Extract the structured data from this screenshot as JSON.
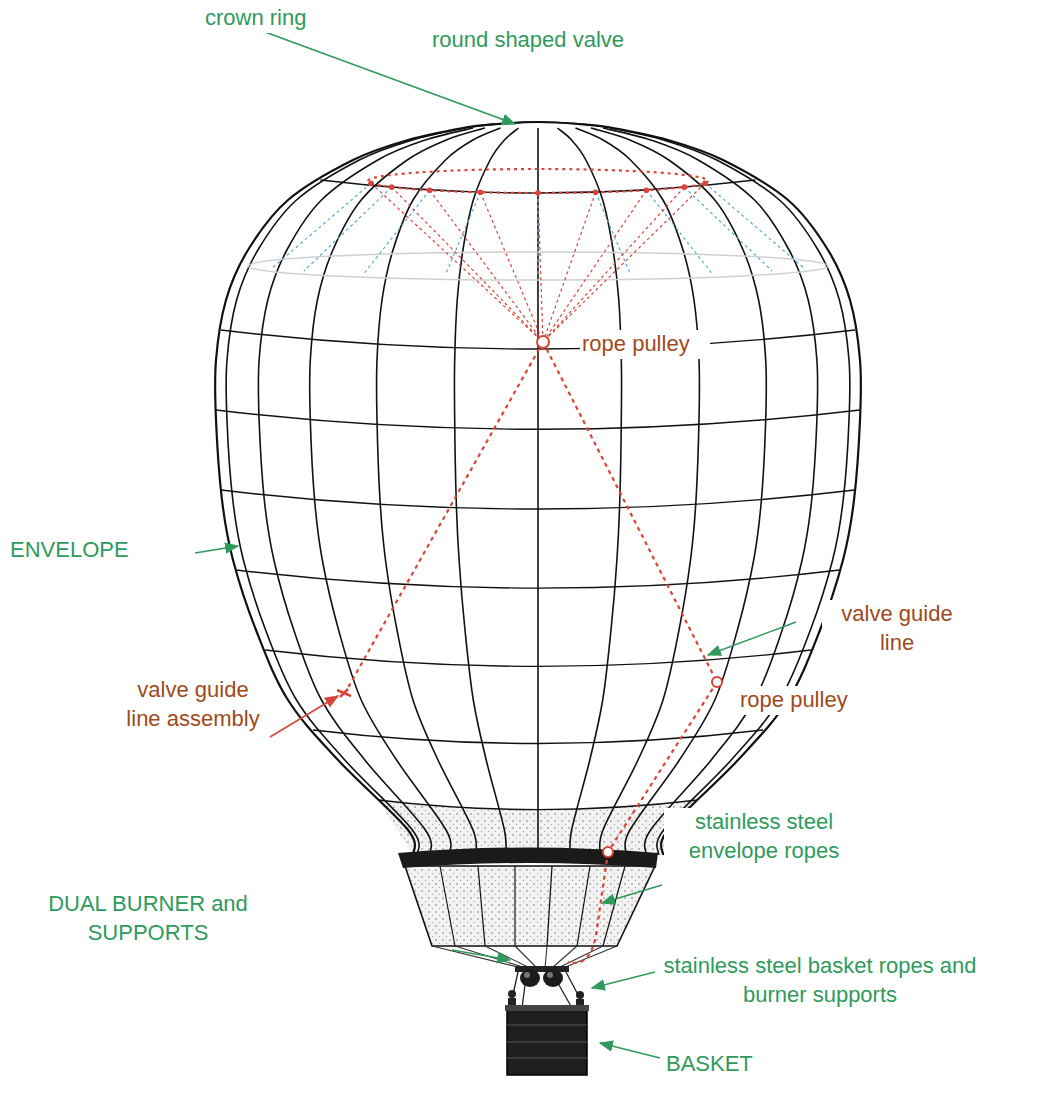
{
  "diagram": {
    "labels": [
      "crown ring",
      "round shaped valve",
      "rope pulley",
      "ENVELOPE",
      "valve guide line",
      "rope pulley",
      "valve guide line assembly",
      "stainless steel envelope ropes",
      "DUAL BURNER and SUPPORTS",
      "stainless steel basket ropes and burner supports",
      "BASKET"
    ]
  }
}
